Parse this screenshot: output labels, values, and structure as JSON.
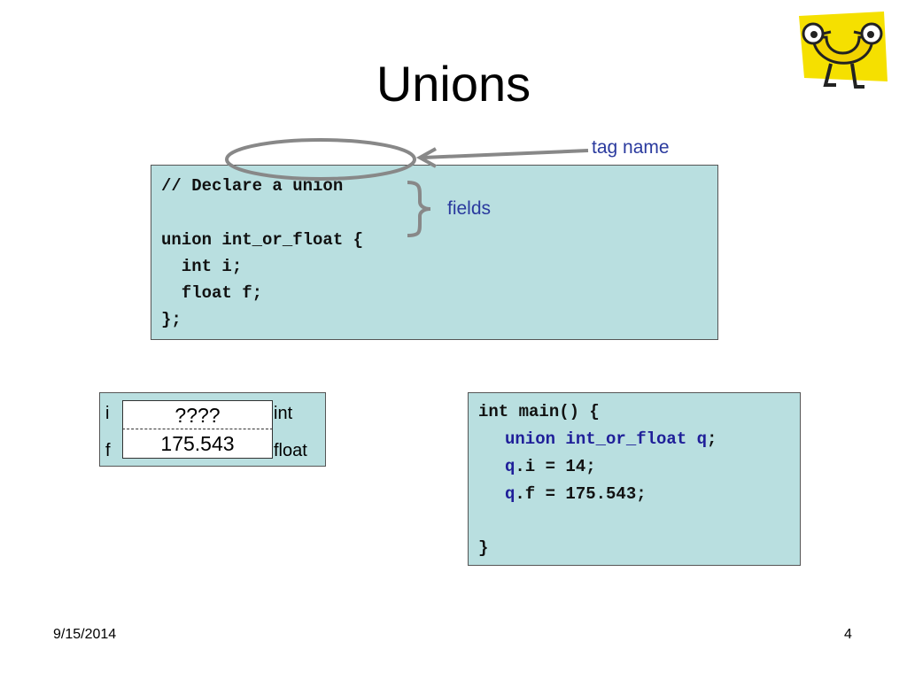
{
  "slide": {
    "title": "Unions",
    "date": "9/15/2014",
    "page_number": "4"
  },
  "declaration_code": {
    "lines": [
      "// Declare a union",
      "",
      "union int_or_float {",
      "  int i;",
      "  float f;",
      "};"
    ]
  },
  "annotations": {
    "tag_name": "tag name",
    "fields": "fields"
  },
  "memory_diagram": {
    "rows": [
      {
        "label": "i",
        "value": "????",
        "type": "int"
      },
      {
        "label": "f",
        "value": "175.543",
        "type": "float"
      }
    ]
  },
  "main_code": {
    "line1": "int main() {",
    "line2_kw": "union int_or_float q",
    "line2_rest": ";",
    "line3_var": "q",
    "line3_rest": ".i = 14;",
    "line4_var": "q",
    "line4_rest": ".f = 175.543;",
    "line6": "}"
  },
  "colors": {
    "code_background": "#b9dfe0",
    "annotation_text": "#2a3a9e",
    "highlight_keyword": "#1f1f99",
    "arrow_gray": "#888888",
    "mascot_yellow": "#f5e000"
  },
  "icons": {
    "mascot": "cartoon-u-mascot-icon"
  }
}
